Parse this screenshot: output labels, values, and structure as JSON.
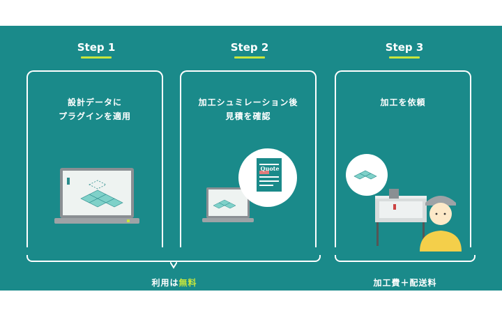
{
  "steps": [
    {
      "title": "Step 1",
      "line1": "設計データに",
      "line2": "プラグインを適用"
    },
    {
      "title": "Step 2",
      "line1": "加工シュミレーション後",
      "line2": "見積を確認"
    },
    {
      "title": "Step 3",
      "line1": "加工を依頼",
      "line2": ""
    }
  ],
  "quote_label": "Quote",
  "bottom": {
    "free_prefix": "利用は",
    "free_accent": "無料",
    "fee_label": "加工費＋配送料"
  },
  "colors": {
    "background": "#1a8a8a",
    "accent": "#c8e63c",
    "line": "#ffffff"
  },
  "icons": [
    "laptop-icon",
    "quote-document-icon",
    "machine-icon",
    "worker-icon"
  ]
}
